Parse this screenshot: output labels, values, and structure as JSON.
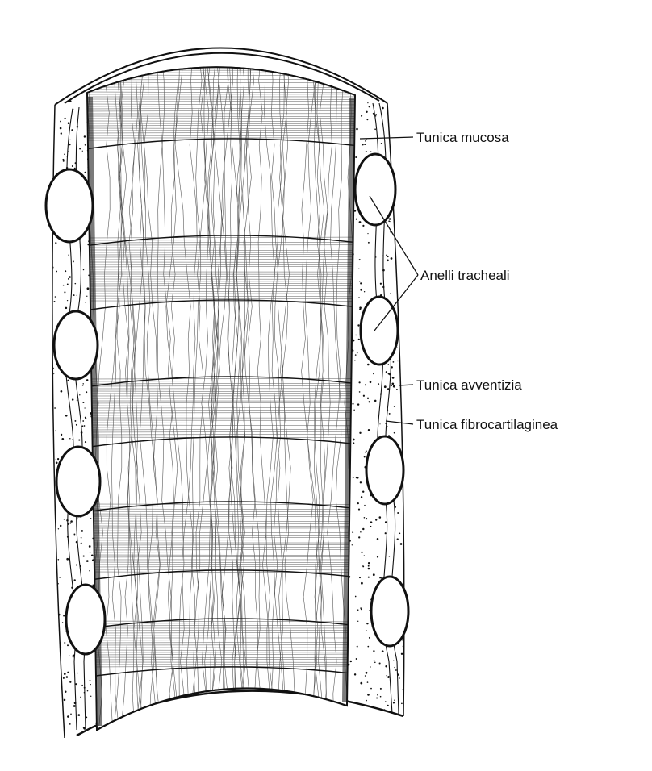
{
  "labels": {
    "mucosa": "Tunica mucosa",
    "rings": "Anelli tracheali",
    "adventitia": "Tunica avventizia",
    "fibrocartilage": "Tunica fibrocartilaginea"
  },
  "colors": {
    "ink": "#111111",
    "paper": "#ffffff",
    "lumen_shade": "#cfcfcf"
  }
}
